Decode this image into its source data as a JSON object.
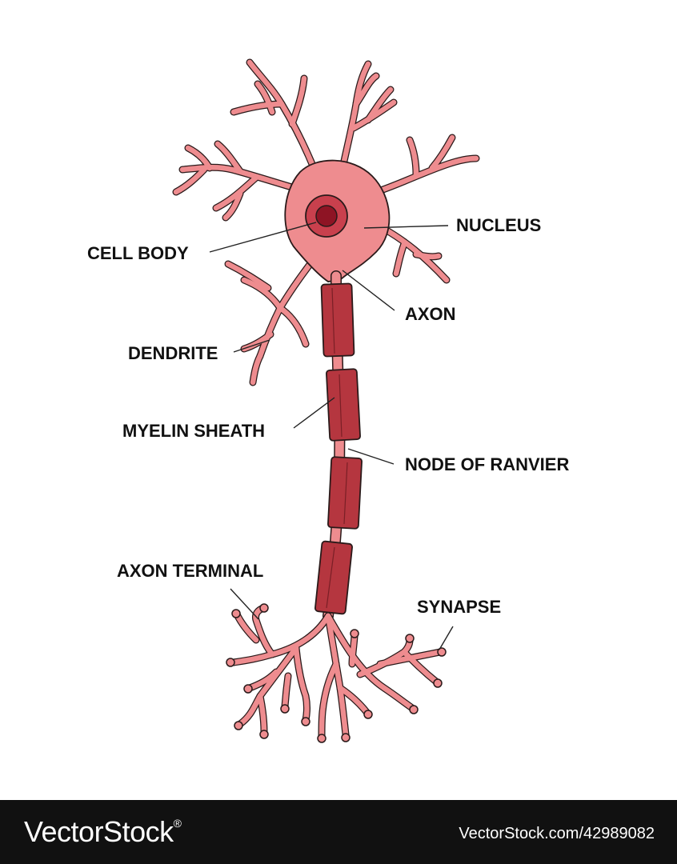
{
  "labels": {
    "cell_body": "CELL BODY",
    "nucleus": "NUCLEUS",
    "axon": "AXON",
    "dendrite": "DENDRITE",
    "myelin_sheath": "MYELIN SHEATH",
    "node_of_ranvier": "NODE OF RANVIER",
    "axon_terminal": "AXON TERMINAL",
    "synapse": "SYNAPSE"
  },
  "footer": {
    "brand": "VectorStock",
    "registered_mark": "®",
    "image_id": "VectorStock.com/42989082"
  },
  "colors": {
    "neuron_fill": "#ee8c8f",
    "myelin_fill": "#b5363f",
    "nucleus_fill": "#b01c2e",
    "outline": "#222222",
    "footer_bg": "#111111"
  }
}
